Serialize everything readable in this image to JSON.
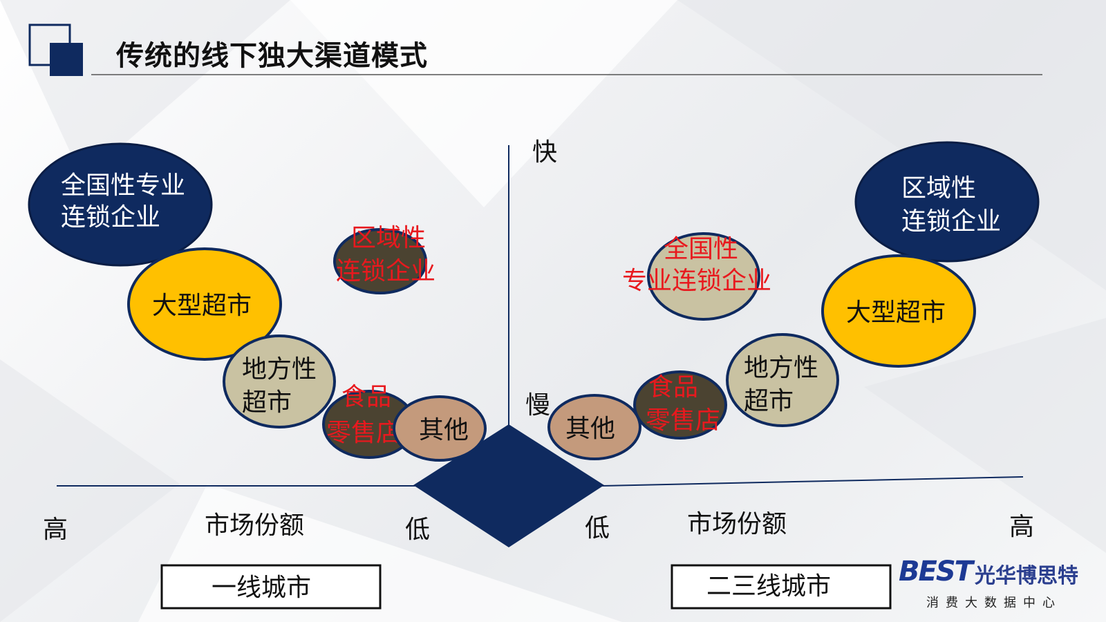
{
  "title": "传统的线下独大渠道模式",
  "axis": {
    "top": "快",
    "mid": "慢",
    "left_high": "高",
    "left_mid": "市场份额",
    "left_low": "低",
    "right_low": "低",
    "right_mid": "市场份额",
    "right_high": "高"
  },
  "boxes": {
    "left": "一线城市",
    "right": "二三线城市"
  },
  "left_nodes": {
    "national_1": "全国性专业",
    "national_2": "连锁企业",
    "hyper": "大型超市",
    "local_1": "地方性",
    "local_2": "超市",
    "regional_1": "区域性",
    "regional_2": "连锁企业",
    "food_1": "食品",
    "food_2": "零售店",
    "other": "其他"
  },
  "right_nodes": {
    "regional_1": "区域性",
    "regional_2": "连锁企业",
    "hyper": "大型超市",
    "local_1": "地方性",
    "local_2": "超市",
    "national_1": "全国性",
    "national_2": "专业连锁企业",
    "food_1": "食品",
    "food_2": "零售店",
    "other": "其他"
  },
  "logo": {
    "mark": "BEST",
    "name": "光华博思特",
    "tagline": "消费大数据中心"
  },
  "colors": {
    "navy": "#0f2a5f",
    "gold": "#ffc000",
    "beige": "#c9c2a2",
    "olive": "#4b4331",
    "brown": "#c49a7c",
    "red_text": "#e8191e"
  }
}
